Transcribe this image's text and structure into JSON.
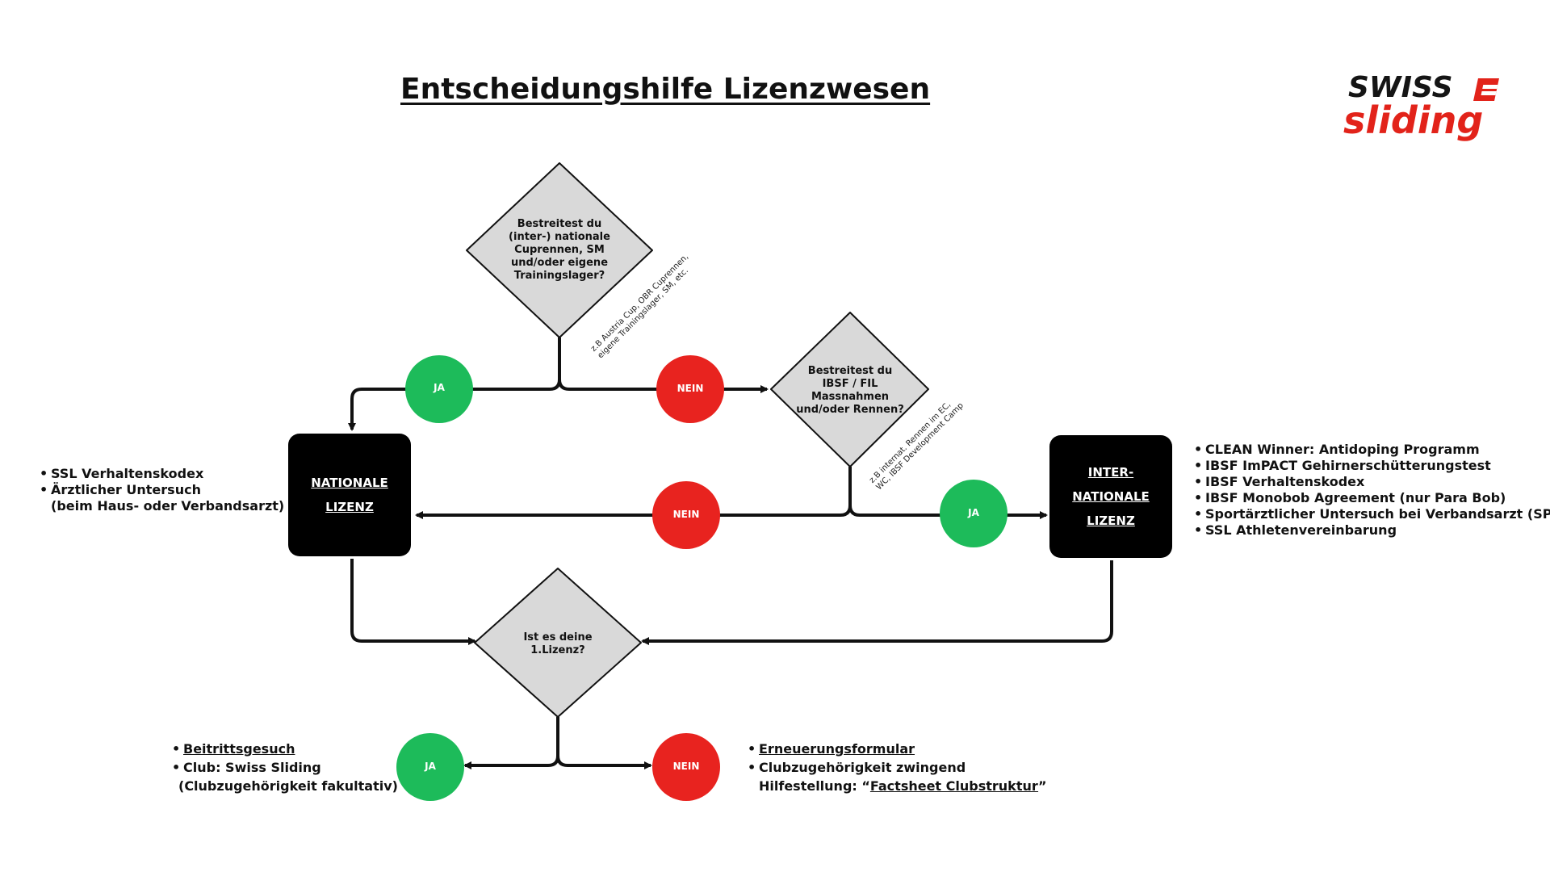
{
  "title": "Entscheidungshilfe Lizenzwesen",
  "logo": {
    "line1": "SWISS",
    "line2": "sliding",
    "color_red": "#e2231a",
    "color_dark": "#151515"
  },
  "colors": {
    "ja": "#1dbb5a",
    "nein": "#e8231f",
    "decision": "#d9d9d9",
    "box": "#000000"
  },
  "decision1": {
    "lines": [
      "Bestreitest du",
      "(inter-) nationale",
      "Cuprennen, SM",
      "und/oder eigene",
      "Trainingslager?"
    ],
    "note": "z.B Austria Cup, OBR Cuprennen,\neigene Trainingslager, SM, etc."
  },
  "decision2": {
    "lines": [
      "Bestreitest du",
      "IBSF / FIL",
      "Massnahmen",
      "und/oder Rennen?"
    ],
    "note": "z.B internat. Rennen im EC,\nWC, IBSF Development Camp"
  },
  "decision3": {
    "lines": [
      "Ist es deine",
      "1.Lizenz?"
    ]
  },
  "labels": {
    "ja": "JA",
    "nein": "NEIN"
  },
  "box_national": {
    "line1": "NATIONALE",
    "line2": "LIZENZ"
  },
  "box_international": {
    "line1": "INTER-",
    "line2": "NATIONALE",
    "line3": "LIZENZ"
  },
  "national_requirements": [
    "SSL Verhaltenskodex",
    "Ärztlicher Untersuch",
    "(beim Haus- oder Verbandsarzt)"
  ],
  "international_requirements": [
    "CLEAN Winner: Antidoping Programm",
    "IBSF ImPACT Gehirnerschütterungstest",
    "IBSF Verhaltenskodex",
    "IBSF Monobob Agreement (nur Para Bob)",
    "Sportärztlicher Untersuch bei Verbandsarzt (SPU)",
    "SSL Athletenvereinbarung"
  ],
  "first_license": {
    "item1": "Beitrittsgesuch",
    "item2": "Club: Swiss Sliding",
    "item3": "(Clubzugehörigkeit fakultativ)"
  },
  "renewal": {
    "item1": "Erneuerungsformular",
    "item2": "Clubzugehörigkeit zwingend",
    "help_prefix": "Hilfestellung:  “",
    "help_link": "Factsheet Clubstruktur",
    "help_suffix": "”"
  }
}
